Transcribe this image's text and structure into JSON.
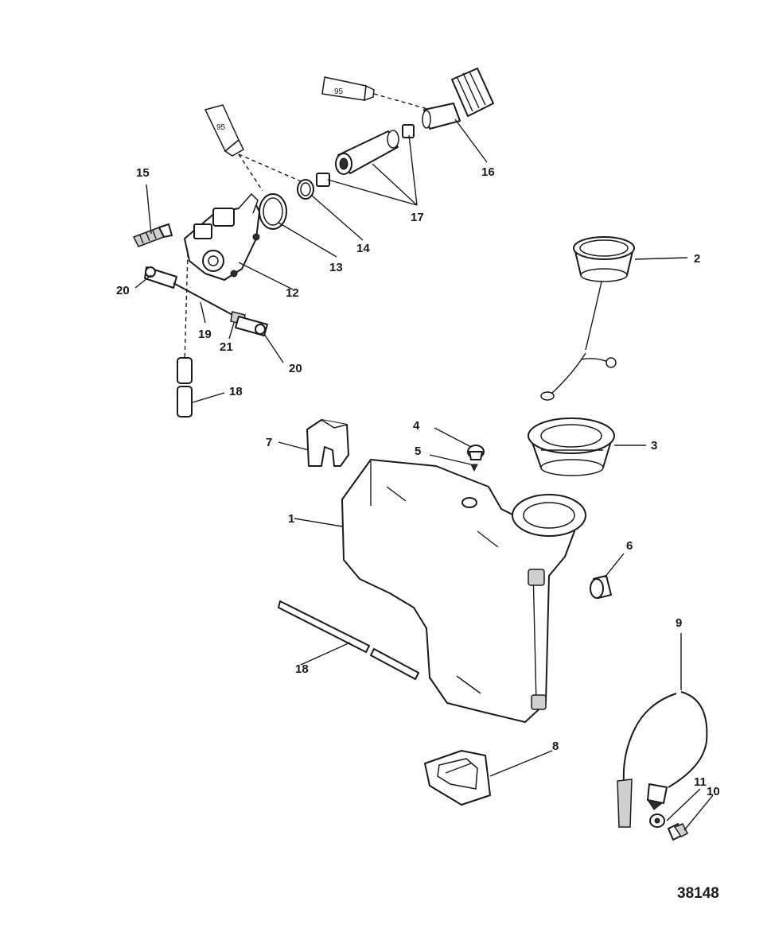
{
  "figure_number": "38148",
  "sealant_label": "95",
  "callouts": {
    "c1": "1",
    "c2": "2",
    "c3": "3",
    "c4": "4",
    "c5": "5",
    "c6": "6",
    "c7": "7",
    "c8": "8",
    "c9": "9",
    "c10": "10",
    "c11": "11",
    "c12": "12",
    "c13": "13",
    "c14": "14",
    "c15": "15",
    "c16": "16",
    "c17": "17",
    "c18a": "18",
    "c18b": "18",
    "c19": "19",
    "c20a": "20",
    "c20b": "20",
    "c21": "21"
  }
}
